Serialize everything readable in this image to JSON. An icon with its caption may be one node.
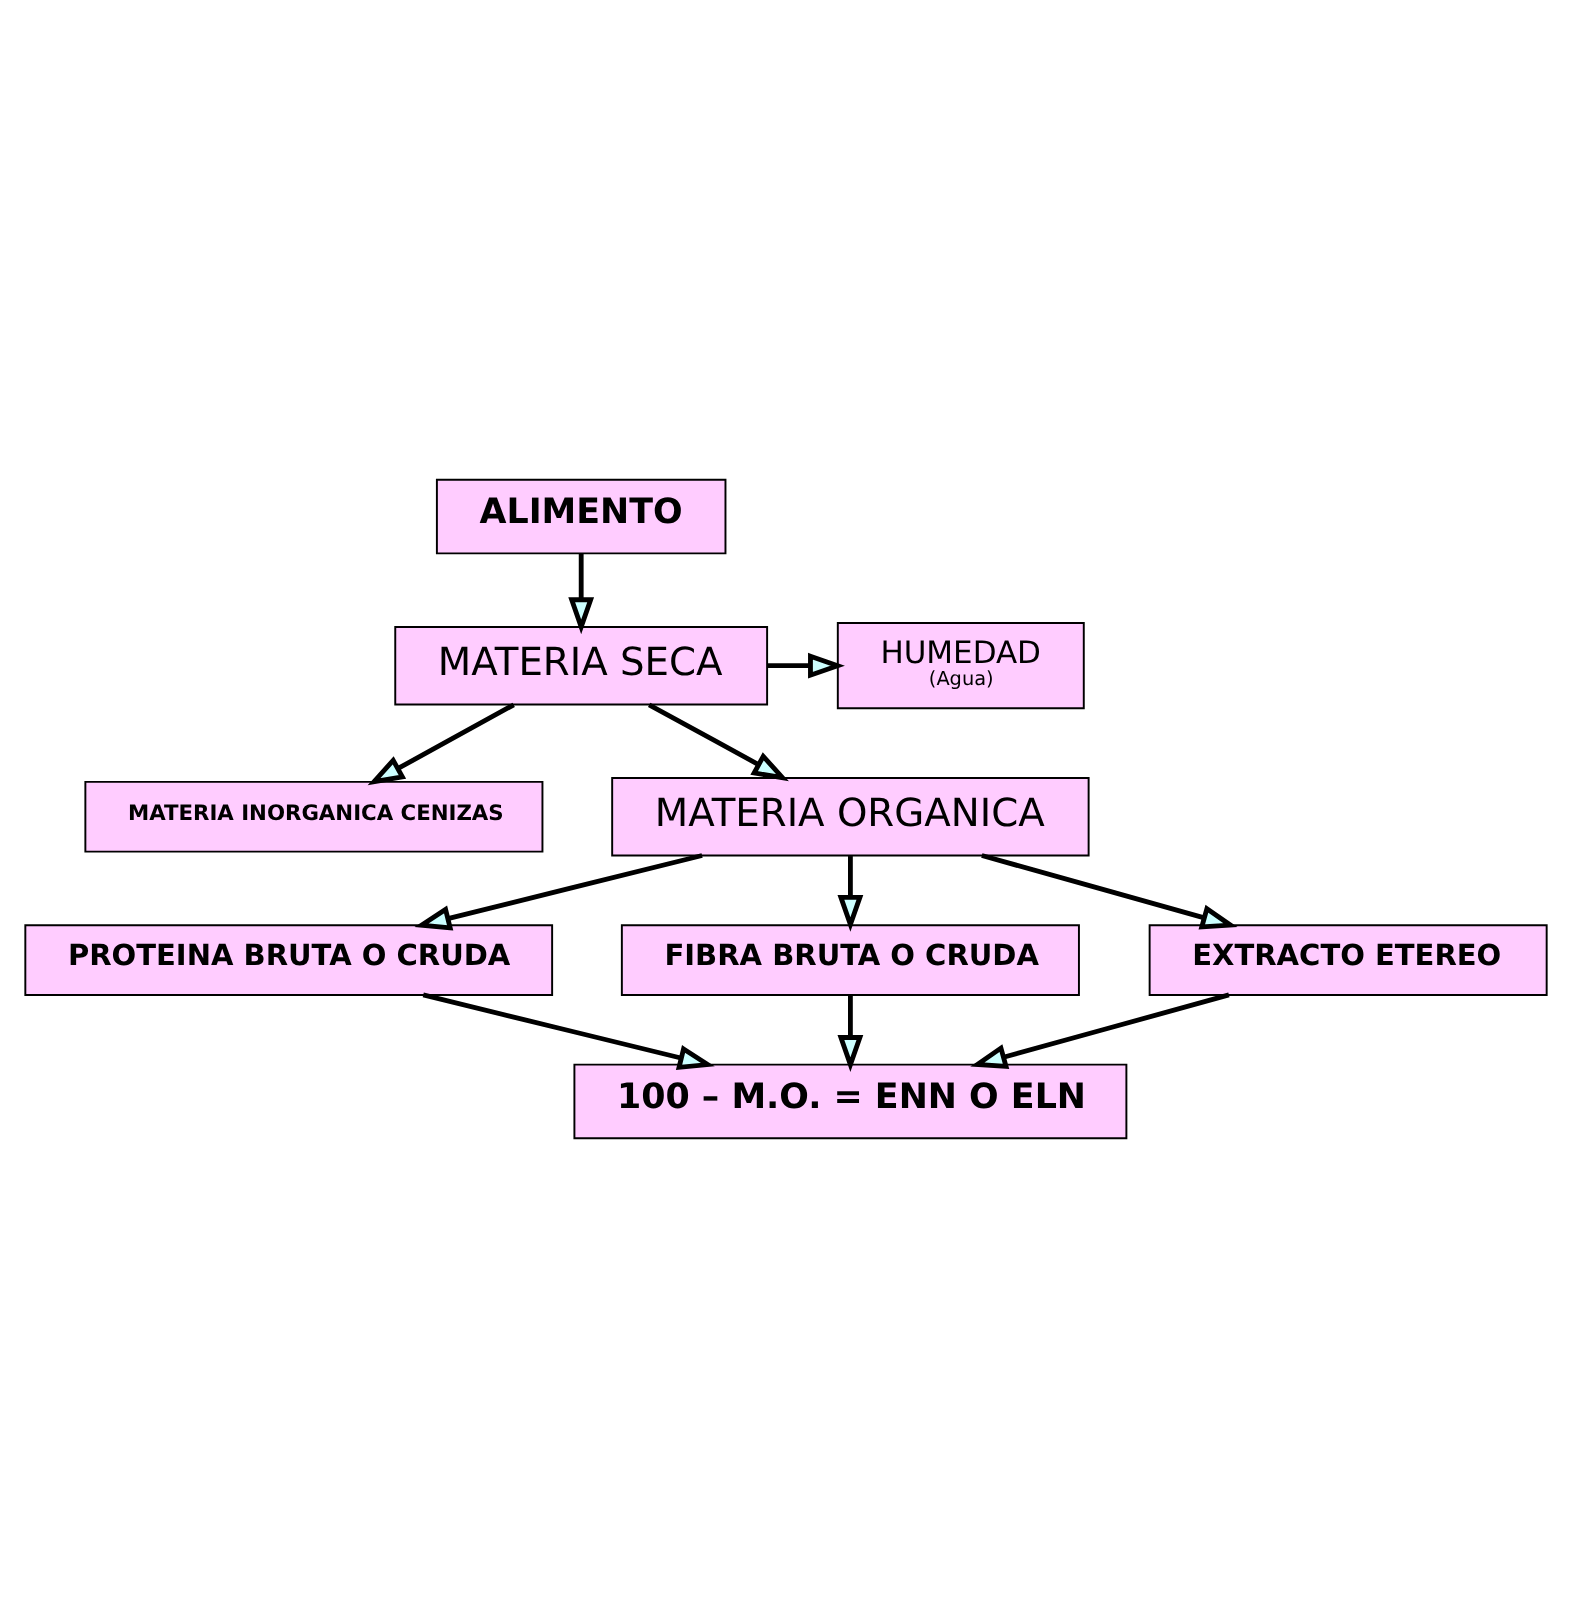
{
  "diagram": {
    "nodes": [
      {
        "text": [
          "ALIMENTO"
        ]
      },
      {
        "text": [
          "MATERIA SECA"
        ]
      },
      {
        "text": [
          "HUMEDAD",
          "(Agua)"
        ]
      },
      {
        "text": [
          "MATERIA INORGANICA CENIZAS"
        ]
      },
      {
        "text": [
          "MATERIA ORGANICA"
        ]
      },
      {
        "text": [
          "PROTEINA BRUTA O CRUDA"
        ]
      },
      {
        "text": [
          "FIBRA BRUTA O CRUDA"
        ]
      },
      {
        "text": [
          "EXTRACTO ETEREO"
        ]
      },
      {
        "text": [
          "100 – M.O. = ENN O ELN"
        ]
      }
    ],
    "edges": [
      {
        "from": 0,
        "to": 1,
        "arrow": "to"
      },
      {
        "from": 1,
        "to": 2,
        "arrow": "to"
      },
      {
        "from": 1,
        "to": 3,
        "arrow": "to"
      },
      {
        "from": 1,
        "to": 4,
        "arrow": "to"
      },
      {
        "from": 4,
        "to": 5,
        "arrow": "to"
      },
      {
        "from": 4,
        "to": 6,
        "arrow": "to"
      },
      {
        "from": 4,
        "to": 7,
        "arrow": "to"
      },
      {
        "from": 5,
        "to": 8,
        "arrow": "to"
      },
      {
        "from": 6,
        "to": 8,
        "arrow": "to"
      },
      {
        "from": 7,
        "to": 8,
        "arrow": "to"
      }
    ]
  }
}
